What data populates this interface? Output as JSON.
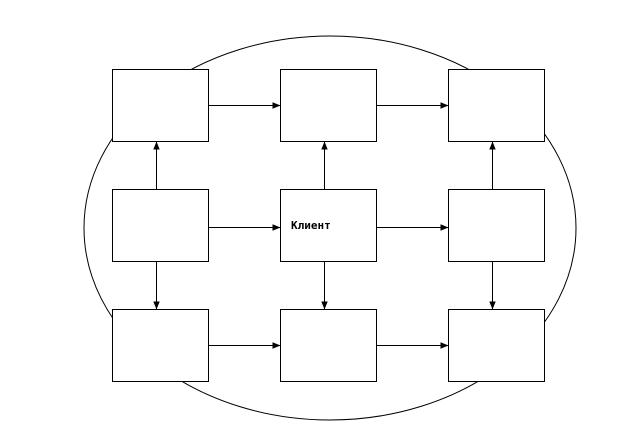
{
  "diagram": {
    "nodes": [
      {
        "id": "n11",
        "label": ""
      },
      {
        "id": "n12",
        "label": ""
      },
      {
        "id": "n13",
        "label": ""
      },
      {
        "id": "n21",
        "label": ""
      },
      {
        "id": "n22",
        "label": "Клиент"
      },
      {
        "id": "n23",
        "label": ""
      },
      {
        "id": "n31",
        "label": ""
      },
      {
        "id": "n32",
        "label": ""
      },
      {
        "id": "n33",
        "label": ""
      }
    ],
    "edges": [
      {
        "from": "n11",
        "to": "n12"
      },
      {
        "from": "n12",
        "to": "n13"
      },
      {
        "from": "n21",
        "to": "n11"
      },
      {
        "from": "n21",
        "to": "n22"
      },
      {
        "from": "n21",
        "to": "n31"
      },
      {
        "from": "n22",
        "to": "n12"
      },
      {
        "from": "n22",
        "to": "n23"
      },
      {
        "from": "n22",
        "to": "n32"
      },
      {
        "from": "n23",
        "to": "n13"
      },
      {
        "from": "n23",
        "to": "n33"
      },
      {
        "from": "n31",
        "to": "n32"
      },
      {
        "from": "n32",
        "to": "n33"
      }
    ]
  }
}
